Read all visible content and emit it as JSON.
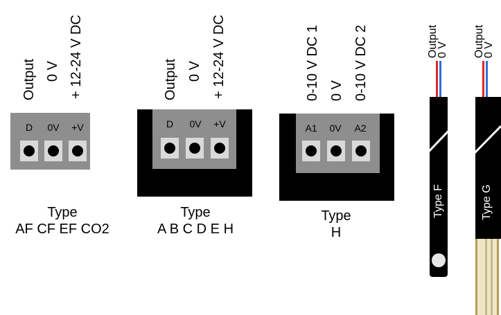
{
  "blocks": [
    {
      "labels": [
        "Output",
        "0 V",
        "+ 12-24 V DC"
      ],
      "pins": [
        "D",
        "0V",
        "+V"
      ],
      "type_title": "Type",
      "type_values": "AF CF EF CO2"
    },
    {
      "labels": [
        "Output",
        "0 V",
        "+ 12-24 V DC"
      ],
      "pins": [
        "D",
        "0V",
        "+V"
      ],
      "type_title": "Type",
      "type_values": "A B C D E H"
    },
    {
      "labels": [
        "0-10 V DC 1",
        "0 V",
        "0-10 V DC 2"
      ],
      "pins": [
        "A1",
        "0V",
        "A2"
      ],
      "type_title": "Type",
      "type_values": "H"
    }
  ],
  "probes": [
    {
      "wire_labels": [
        "Output",
        "0 V"
      ],
      "type_label": "Type F"
    },
    {
      "wire_labels": [
        "Output",
        "0 V"
      ],
      "type_label": "Type G"
    }
  ],
  "colors": {
    "plate": "#8e8e8e",
    "socket": "#d9d9d9",
    "wire_red": "#e0242a",
    "wire_blue": "#2f6fd6",
    "probe_tip": "#c8b88a"
  }
}
